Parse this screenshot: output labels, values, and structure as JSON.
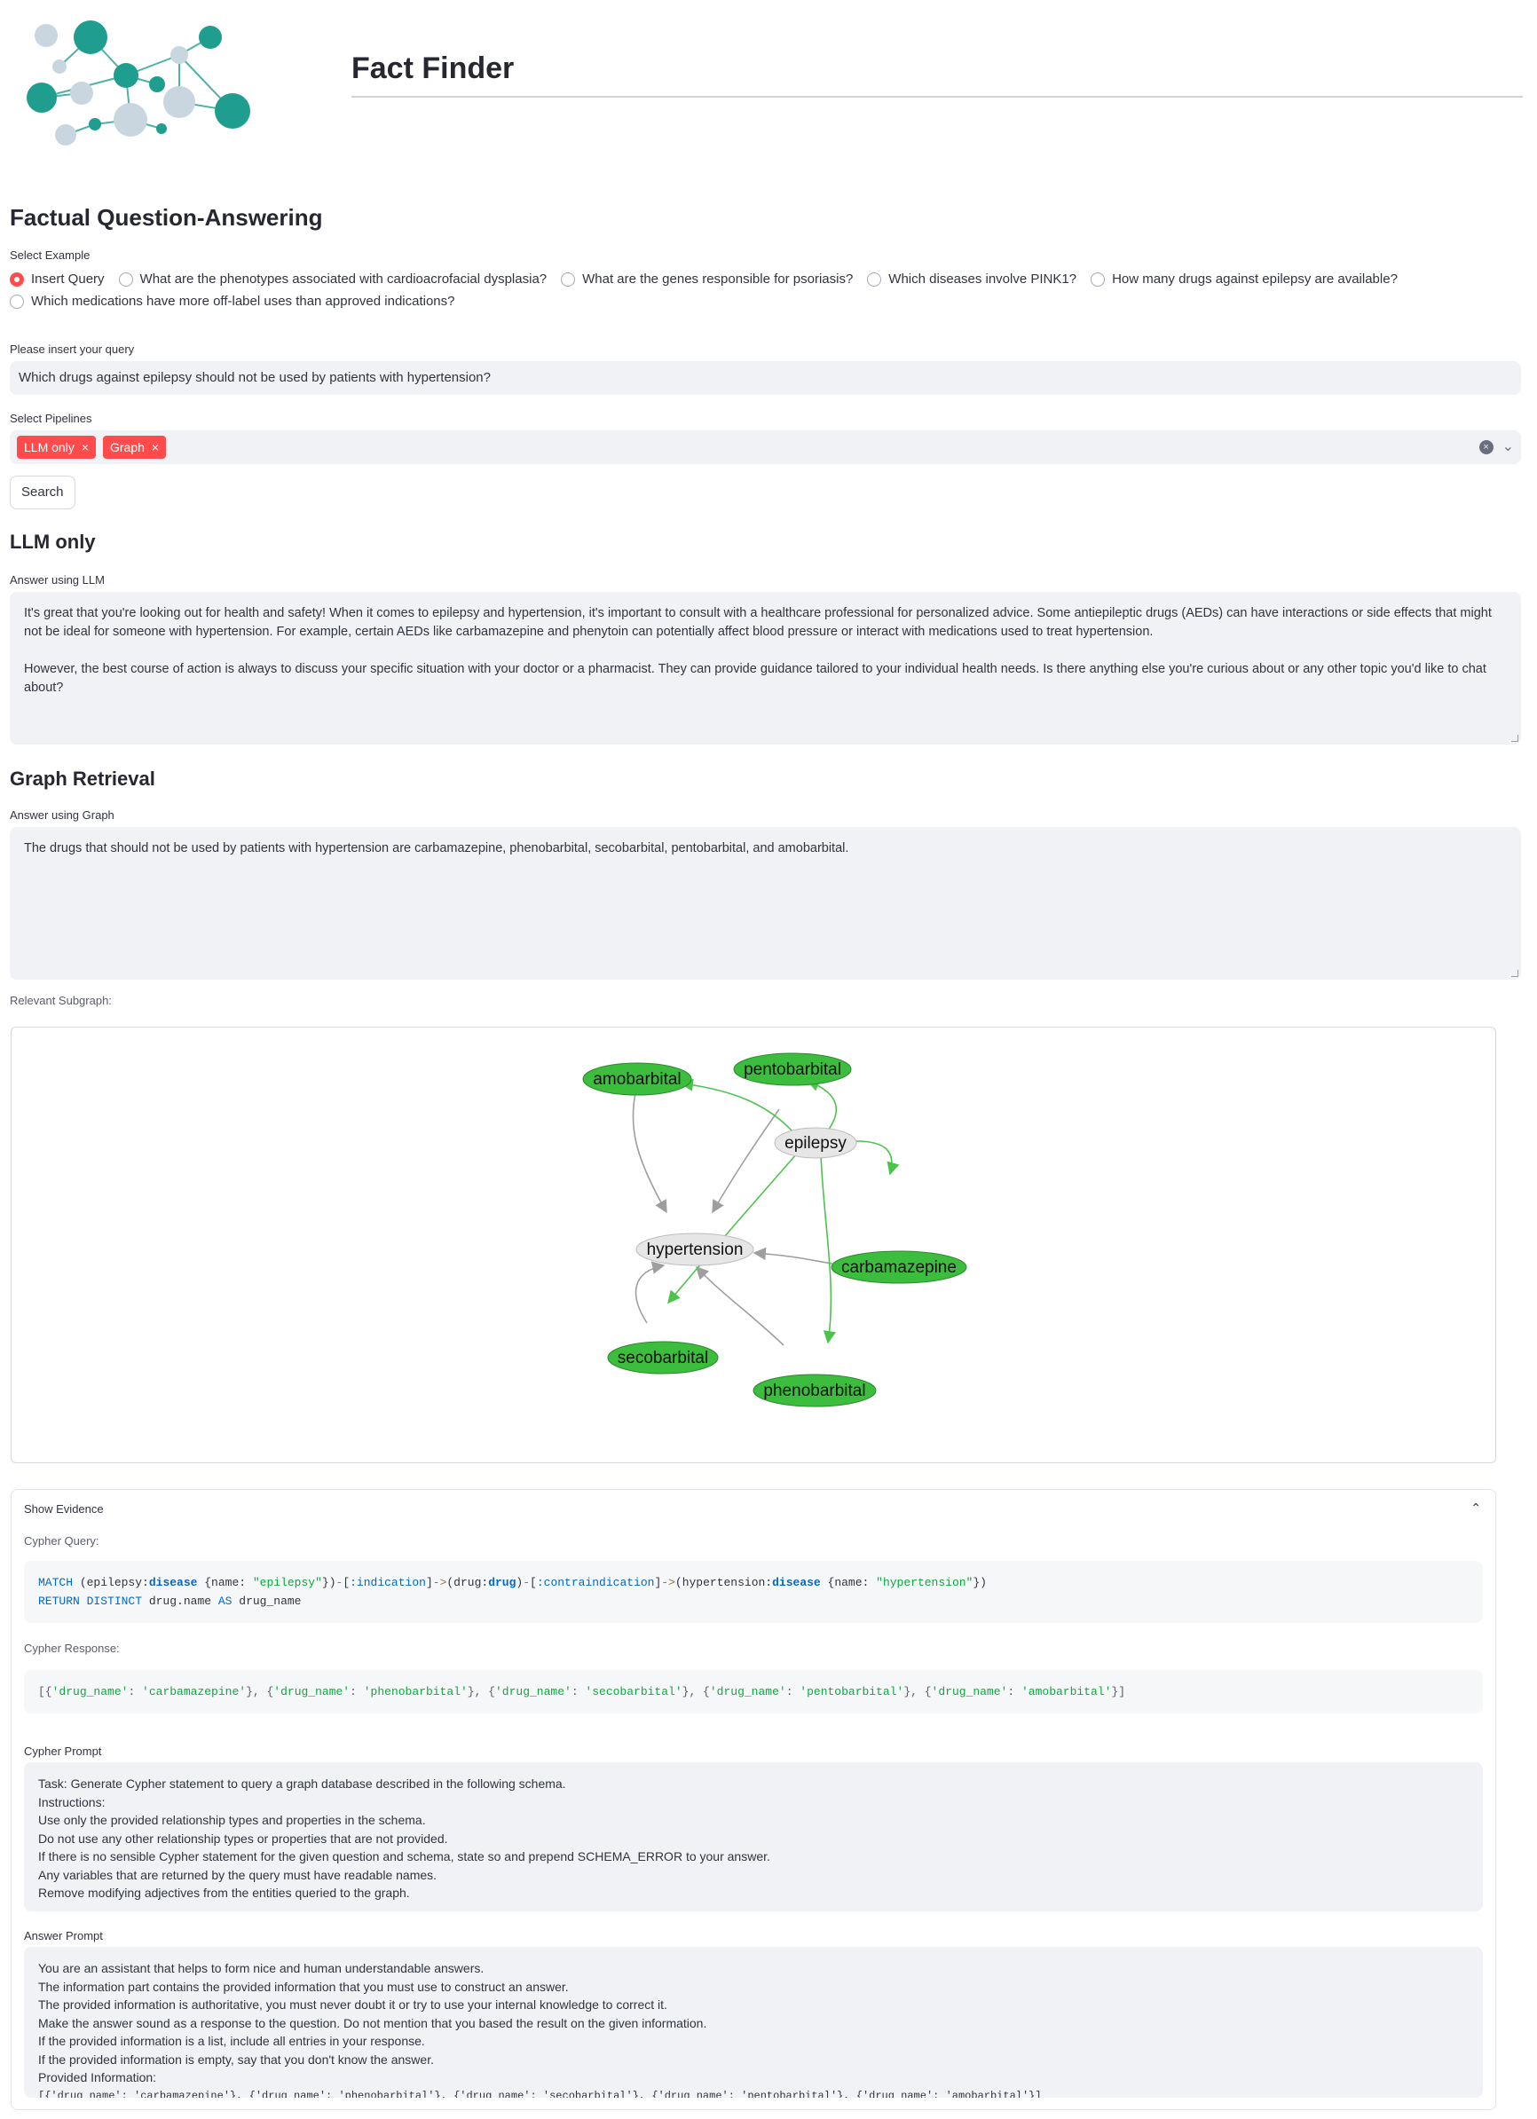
{
  "app": {
    "title": "Fact Finder"
  },
  "main": {
    "heading": "Factual Question-Answering",
    "select_example": {
      "label": "Select Example",
      "options": [
        "Insert Query",
        "What are the phenotypes associated with cardioacrofacial dysplasia?",
        "What are the genes responsible for psoriasis?",
        "Which diseases involve PINK1?",
        "How many drugs against epilepsy are available?",
        "Which medications have more off-label uses than approved indications?"
      ],
      "selected": "Insert Query"
    },
    "query": {
      "label": "Please insert your query",
      "value": "Which drugs against epilepsy should not be used by patients with hypertension?"
    },
    "pipelines": {
      "label": "Select Pipelines",
      "selected": [
        "LLM only",
        "Graph"
      ],
      "chip_close": "×",
      "clear_glyph": "×",
      "dropdown_glyph": "⌄"
    },
    "search_button": "Search",
    "llm_section": {
      "heading": "LLM only",
      "label": "Answer using LLM",
      "paragraphs": [
        "It's great that you're looking out for health and safety! When it comes to epilepsy and hypertension, it's important to consult with a healthcare professional for personalized advice. Some antiepileptic drugs (AEDs) can have interactions or side effects that might not be ideal for someone with hypertension. For example, certain AEDs like carbamazepine and phenytoin can potentially affect blood pressure or interact with medications used to treat hypertension.",
        "However, the best course of action is always to discuss your specific situation with your doctor or a pharmacist. They can provide guidance tailored to your individual health needs. Is there anything else you're curious about or any other topic you'd like to chat about?"
      ]
    },
    "graph_section": {
      "heading": "Graph Retrieval",
      "label": "Answer using Graph",
      "answer": "The drugs that should not be used by patients with hypertension are carbamazepine, phenobarbital, secobarbital, pentobarbital, and amobarbital.",
      "subgraph_label": "Relevant Subgraph:",
      "graph": {
        "nodes": [
          "amobarbital",
          "pentobarbital",
          "epilepsy",
          "hypertension",
          "carbamazepine",
          "secobarbital",
          "phenobarbital"
        ],
        "colors": {
          "drug": "#3dbd3d",
          "disease": "#e6e6e6",
          "indication_edge": "#4cc44c",
          "contraindication_edge": "#9e9e9e"
        }
      }
    },
    "evidence": {
      "title": "Show Evidence",
      "chevron": "⌃",
      "cypher_query_label": "Cypher Query:",
      "cypher_query_lines": [
        "MATCH (epilepsy:disease {name: \"epilepsy\"})-[:indication]->(drug:drug)-[:contraindication]->(hypertension:disease {name: \"hypertension\"})",
        "RETURN DISTINCT drug.name AS drug_name"
      ],
      "cypher_response_label": "Cypher Response:",
      "cypher_response": "[{'drug_name': 'carbamazepine'}, {'drug_name': 'phenobarbital'}, {'drug_name': 'secobarbital'}, {'drug_name': 'pentobarbital'}, {'drug_name': 'amobarbital'}]",
      "cypher_prompt_label": "Cypher Prompt",
      "cypher_prompt_lines": [
        "Task: Generate Cypher statement to query a graph database described in the following schema.",
        "Instructions:",
        "Use only the provided relationship types and properties in the schema.",
        "Do not use any other relationship types or properties that are not provided.",
        "If there is no sensible Cypher statement for the given question and schema, state so and prepend SCHEMA_ERROR to your answer.",
        "Any variables that are returned by the query must have readable names.",
        "Remove modifying adjectives from the entities queried to the graph."
      ],
      "answer_prompt_label": "Answer Prompt",
      "answer_prompt_lines": [
        "You are an assistant that helps to form nice and human understandable answers.",
        "The information part contains the provided information that you must use to construct an answer.",
        "The provided information is authoritative, you must never doubt it or try to use your internal knowledge to correct it.",
        "Make the answer sound as a response to the question. Do not mention that you based the result on the given information.",
        "If the provided information is a list, include all entries in your response.",
        "If the provided information is empty, say that you don't know the answer.",
        "Provided Information:",
        "[{'drug_name': 'carbamazepine'}, {'drug_name': 'phenobarbital'}, {'drug_name': 'secobarbital'}, {'drug_name': 'pentobarbital'}, {'drug_name': 'amobarbital'}]"
      ]
    }
  }
}
